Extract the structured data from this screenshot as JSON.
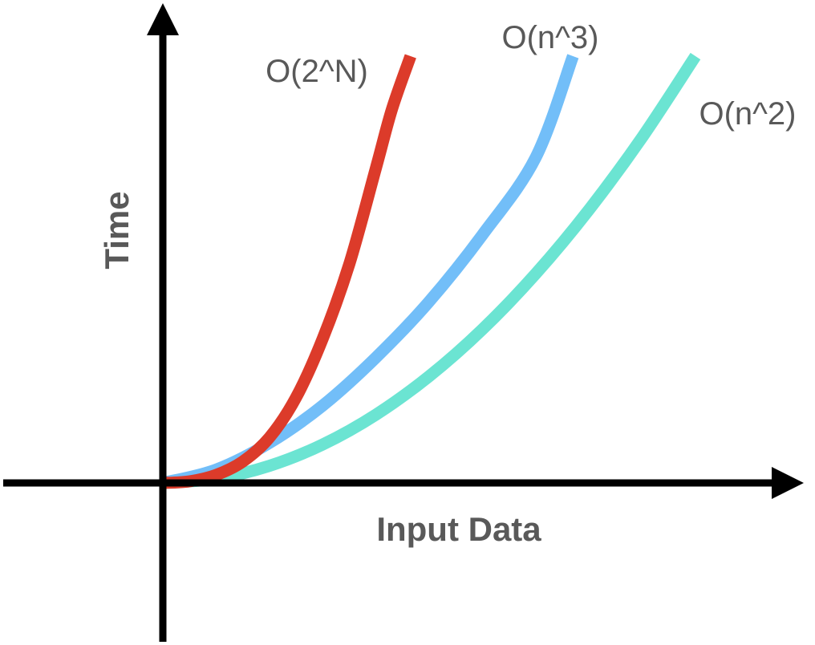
{
  "chart_data": {
    "type": "line",
    "title": "",
    "xlabel": "Input Data",
    "ylabel": "Time",
    "xlim": [
      0,
      10
    ],
    "ylim": [
      0,
      8
    ],
    "grid": false,
    "legend": "inline labels at curve ends",
    "series": [
      {
        "name": "O(n^2)",
        "color": "#6BE4D2",
        "x": [
          0,
          1,
          2,
          3,
          4,
          5,
          6,
          7,
          8,
          9,
          10
        ],
        "y": [
          0,
          0.08,
          0.32,
          0.72,
          1.28,
          2.0,
          2.88,
          3.92,
          5.12,
          6.48,
          8.0
        ]
      },
      {
        "name": "O(n^3)",
        "color": "#72BEF8",
        "x": [
          0,
          1,
          2,
          3,
          4,
          5,
          6,
          7,
          7.7
        ],
        "y": [
          0,
          0.25,
          0.75,
          1.45,
          2.35,
          3.4,
          4.65,
          6.1,
          8.0
        ]
      },
      {
        "name": "O(2^N)",
        "color": "#DC3B2A",
        "x": [
          0,
          0.5,
          1,
          1.5,
          2,
          2.5,
          3,
          3.5,
          4,
          4.3,
          4.65
        ],
        "y": [
          0,
          0.03,
          0.15,
          0.4,
          0.85,
          1.6,
          2.7,
          4.1,
          5.9,
          7.0,
          8.0
        ]
      }
    ]
  }
}
